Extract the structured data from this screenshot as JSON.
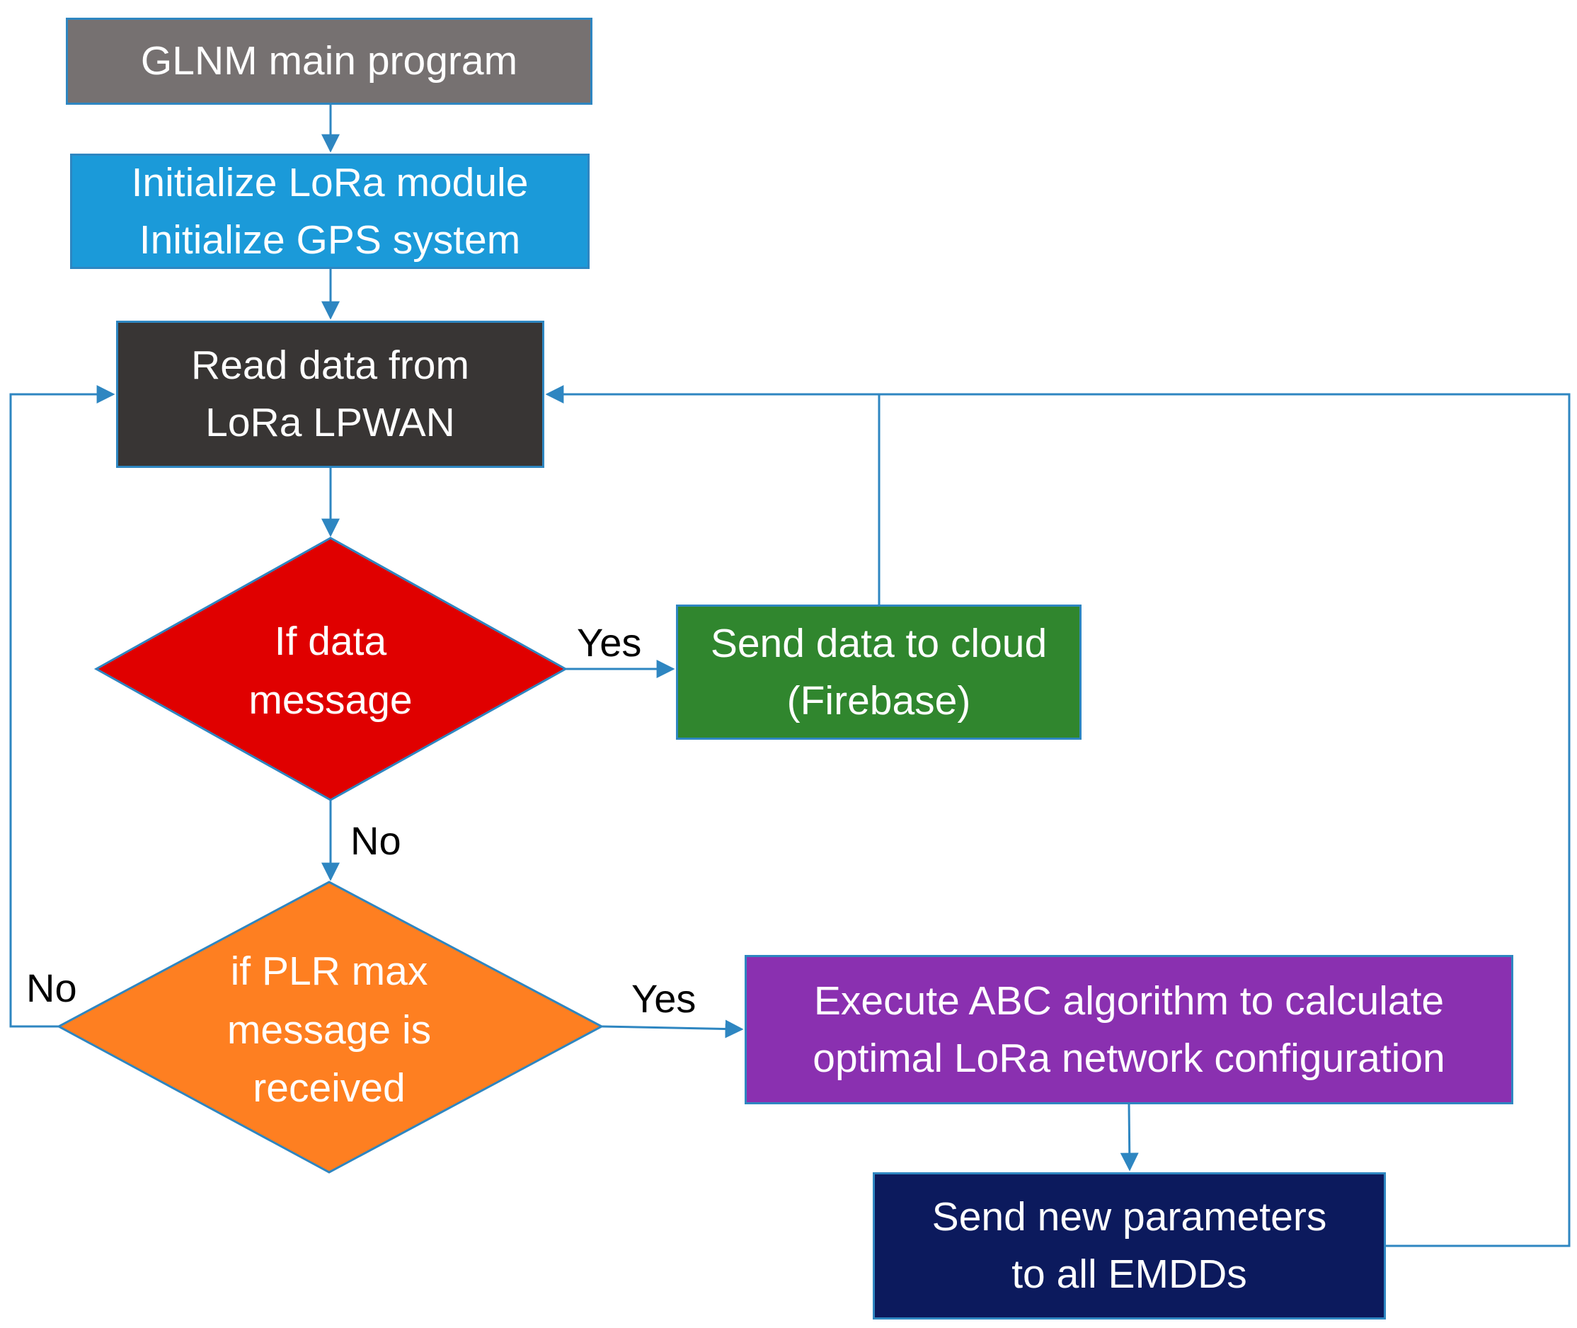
{
  "nodes": {
    "start": {
      "label": "GLNM main program"
    },
    "init": {
      "lines": [
        "Initialize LoRa module",
        "Initialize GPS system"
      ]
    },
    "read": {
      "lines": [
        "Read data from",
        "LoRa LPWAN"
      ]
    },
    "decision_data": {
      "lines": [
        "If data",
        "message"
      ]
    },
    "cloud": {
      "lines": [
        "Send data to cloud",
        "(Firebase)"
      ]
    },
    "decision_plr": {
      "lines": [
        "if PLR max",
        "message is",
        "received"
      ]
    },
    "abc": {
      "lines": [
        "Execute ABC algorithm to calculate",
        "optimal LoRa network configuration"
      ]
    },
    "send_params": {
      "lines": [
        "Send new parameters",
        "to all EMDDs"
      ]
    }
  },
  "edge_labels": {
    "data_yes": "Yes",
    "data_no": "No",
    "plr_no": "No",
    "plr_yes": "Yes"
  },
  "colors": {
    "connector": "#2e86c1",
    "start": "#767171",
    "init": "#1b9ad9",
    "read": "#383534",
    "decision_data": "#e00000",
    "cloud": "#30862e",
    "decision_plr": "#fe7f21",
    "abc": "#8a30b0",
    "send_params": "#0c1a5d"
  }
}
